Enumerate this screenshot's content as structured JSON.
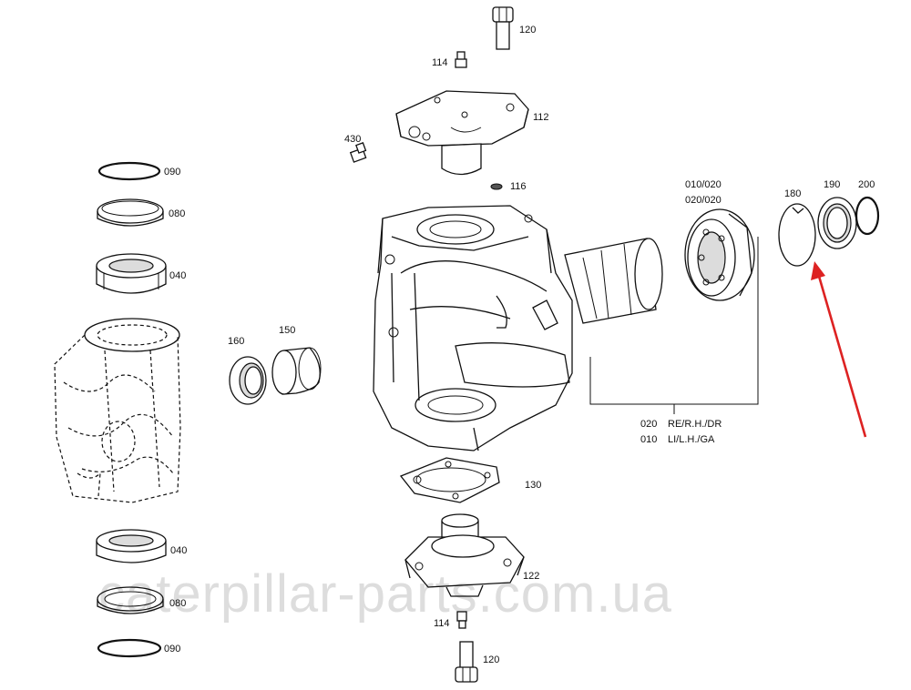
{
  "parts": {
    "p120_top": "120",
    "p114_top": "114",
    "p112": "112",
    "p430": "430",
    "p116": "116",
    "p090_top": "090",
    "p080_top": "080",
    "p040_top": "040",
    "p160": "160",
    "p150": "150",
    "p010_020": "010/020",
    "p020_020": "020/020",
    "p180": "180",
    "p190": "190",
    "p200": "200",
    "p020_code": "020",
    "p020_desc": "RE/R.H./DR",
    "p010_code": "010",
    "p010_desc": "LI/L.H./GA",
    "p130": "130",
    "p040_bottom": "040",
    "p122": "122",
    "p080_bottom": "080",
    "p114_bottom": "114",
    "p090_bottom": "090",
    "p120_bottom": "120"
  },
  "watermark": "caterpillar-parts.com.ua",
  "colors": {
    "line": "#111111",
    "arrow": "#dd2222",
    "background": "#ffffff"
  }
}
